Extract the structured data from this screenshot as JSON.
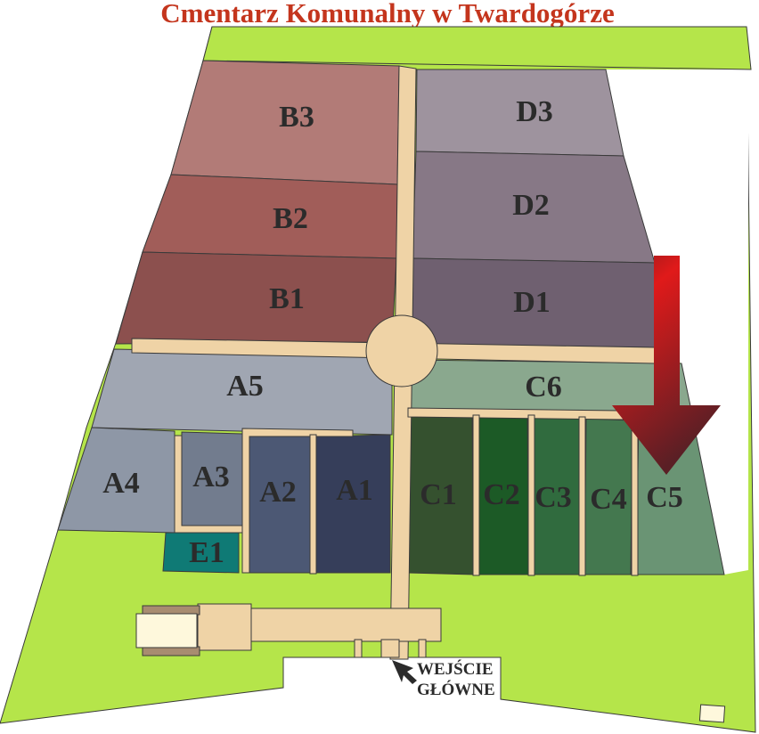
{
  "title": "Cmentarz Komunalny w Twardogórze",
  "colors": {
    "title": "#c4351d",
    "grass": "#b5e54a",
    "path": "#efd3a6",
    "arrow": "#c0181a"
  },
  "sections": {
    "B3": "B3",
    "B2": "B2",
    "B1": "B1",
    "D3": "D3",
    "D2": "D2",
    "D1": "D1",
    "A5": "A5",
    "A4": "A4",
    "A3": "A3",
    "A2": "A2",
    "A1": "A1",
    "E1": "E1",
    "C6": "C6",
    "C1": "C1",
    "C2": "C2",
    "C3": "C3",
    "C4": "C4",
    "C5": "C5"
  },
  "entrance": {
    "line1": "WEJŚCIE",
    "line2": "GŁÓWNE",
    "icon": "cursor-arrow-icon"
  },
  "highlight": {
    "icon": "red-arrow-down-icon",
    "target_section": "C5"
  }
}
